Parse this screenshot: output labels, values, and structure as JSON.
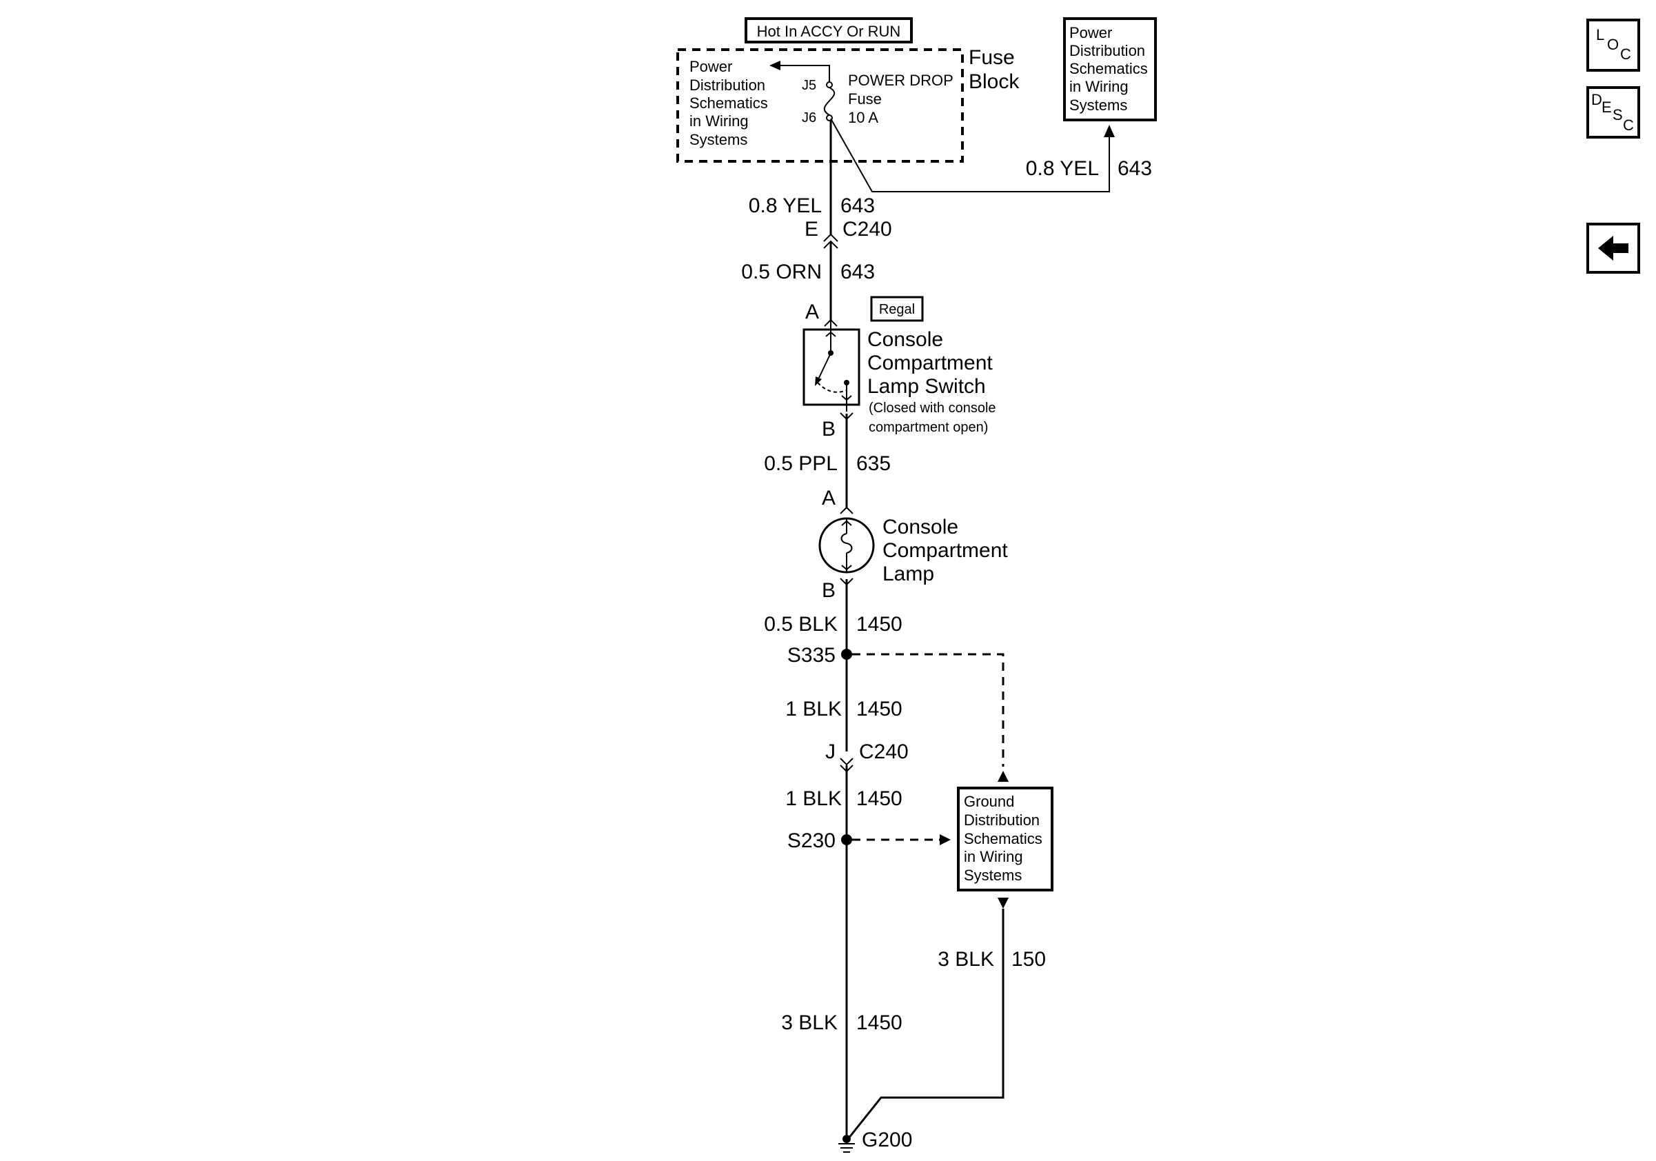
{
  "header": {
    "hot_label": "Hot In ACCY Or RUN",
    "regal_label": "Regal"
  },
  "fuse_block": {
    "title_line1": "Fuse",
    "title_line2": "Block",
    "ref_lines": [
      "Power",
      "Distribution",
      "Schematics",
      "in Wiring",
      "Systems"
    ],
    "terminal_top": "J5",
    "terminal_bottom": "J6",
    "fuse_name": "POWER DROP",
    "fuse_word": "Fuse",
    "fuse_rating": "10 A"
  },
  "power_ref_box": {
    "lines": [
      "Power",
      "Distribution",
      "Schematics",
      "in Wiring",
      "Systems"
    ]
  },
  "ground_ref_box": {
    "lines": [
      "Ground",
      "Distribution",
      "Schematics",
      "in Wiring",
      "Systems"
    ]
  },
  "wires": {
    "w1_size": "0.8 YEL",
    "w1_circuit": "643",
    "wr_size": "0.8 YEL",
    "wr_circuit": "643",
    "w2_size": "0.5 ORN",
    "w2_circuit": "643",
    "w3_size": "0.5 PPL",
    "w3_circuit": "635",
    "w4_size": "0.5 BLK",
    "w4_circuit": "1450",
    "w5_size": "1 BLK",
    "w5_circuit": "1450",
    "w6_size": "1 BLK",
    "w6_circuit": "1450",
    "w7_size": "3 BLK",
    "w7_circuit": "1450",
    "w8_size": "3 BLK",
    "w8_circuit": "150"
  },
  "connectors": {
    "c1_pin": "E",
    "c1_name": "C240",
    "c2_pin": "J",
    "c2_name": "C240"
  },
  "switch": {
    "pin_top": "A",
    "pin_bottom": "B",
    "name_lines": [
      "Console",
      "Compartment",
      "Lamp Switch"
    ],
    "note_lines": [
      "(Closed with console",
      "compartment open)"
    ]
  },
  "lamp": {
    "pin_top": "A",
    "pin_bottom": "B",
    "name_lines": [
      "Console",
      "Compartment",
      "Lamp"
    ]
  },
  "splices": {
    "s1": "S335",
    "s2": "S230"
  },
  "ground": {
    "name": "G200"
  },
  "nav": {
    "loc_letters": [
      "L",
      "O",
      "C"
    ],
    "desc_letters": [
      "D",
      "E",
      "S",
      "C"
    ]
  }
}
